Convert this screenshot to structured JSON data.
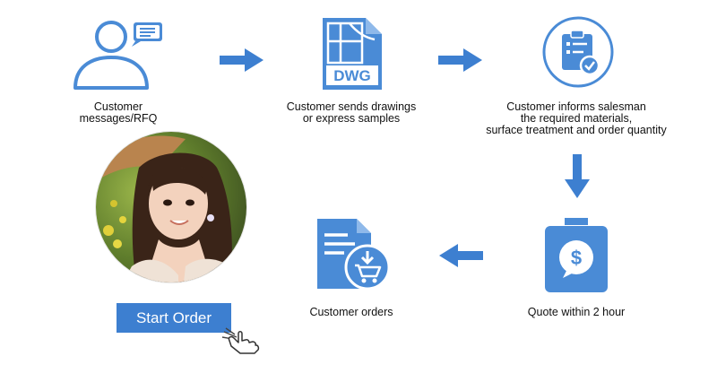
{
  "steps": {
    "rfq": {
      "line1": "Customer",
      "line2": "messages/RFQ"
    },
    "drawings": {
      "line1": "Customer sends drawings",
      "line2": "or express samples",
      "badge": "DWG"
    },
    "inform": {
      "line1": "Customer informs salesman",
      "line2": "the required materials,",
      "line3": "surface treatment and order quantity"
    },
    "quote": {
      "line1": "Quote within 2 hour",
      "symbol": "$"
    },
    "orders": {
      "line1": "Customer orders"
    }
  },
  "cta": {
    "label": "Start Order"
  },
  "colors": {
    "accent": "#3d7fd0",
    "icon_blue": "#4a8bd6",
    "button": "#3d7fd0"
  }
}
